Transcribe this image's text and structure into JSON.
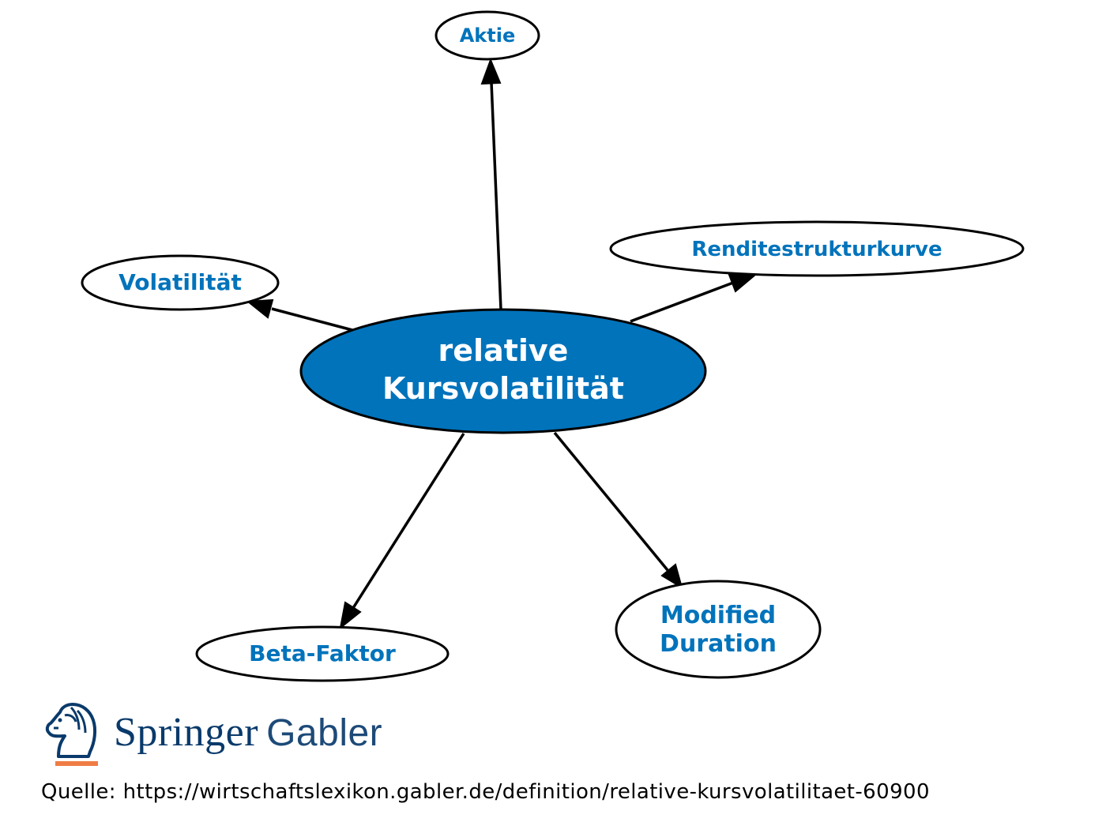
{
  "diagram": {
    "center": {
      "line1": "relative",
      "line2": "Kursvolatilität",
      "fill": "#0073bb"
    },
    "nodes": {
      "aktie": "Aktie",
      "volatilitaet": "Volatilität",
      "renditestrukturkurve": "Renditestrukturkurve",
      "beta_faktor": "Beta-Faktor",
      "modified_duration_line1": "Modified",
      "modified_duration_line2": "Duration"
    },
    "label_color": "#0073bb"
  },
  "logo": {
    "brand": "Springer",
    "sub": "Gabler",
    "icon": "springer-horse-icon"
  },
  "source": {
    "text": "Quelle: https://wirtschaftslexikon.gabler.de/definition/relative-kursvolatilitaet-60900"
  }
}
